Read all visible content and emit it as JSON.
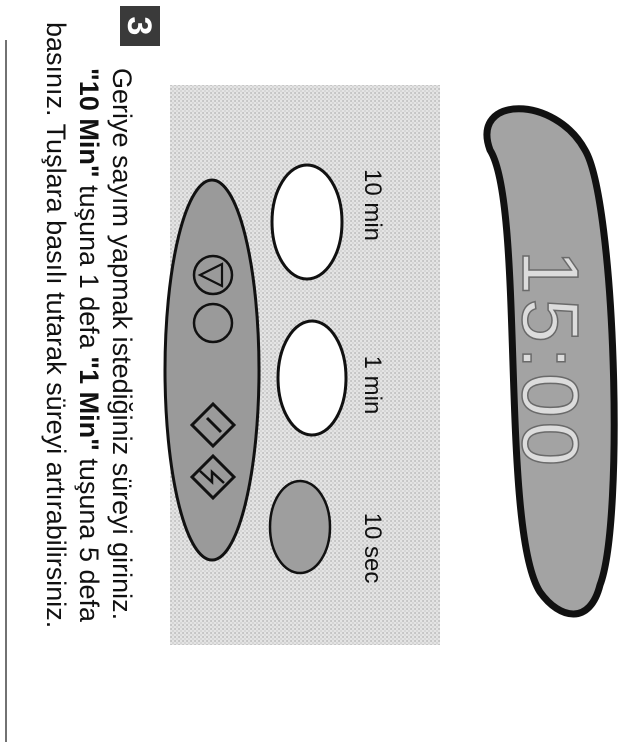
{
  "step_number": "3",
  "display": {
    "time": "15:00"
  },
  "buttons": {
    "ten_min": "10 min",
    "one_min": "1 min",
    "ten_sec": "10 sec"
  },
  "instruction": {
    "line1": "Geriye sayım yapmak istediğiniz süreyi giriniz.",
    "line2_b1": "\"10 Min\"",
    "line2_t1": " tuşuna 1 defa ",
    "line2_b2": "\"1 Min\"",
    "line2_t2": " tuşuna 5 defa",
    "line3": "basınız. Tuşlara basılı tutarak süreyi artırabilirsiniz."
  },
  "colors": {
    "panel_fill": "#9a9a9a",
    "display_fill": "#a3a3a3",
    "outline": "#111111",
    "badge": "#3a3a3a"
  },
  "icons": [
    "start-stop-icon",
    "clear-icon",
    "run-icon",
    "lightning-icon"
  ]
}
